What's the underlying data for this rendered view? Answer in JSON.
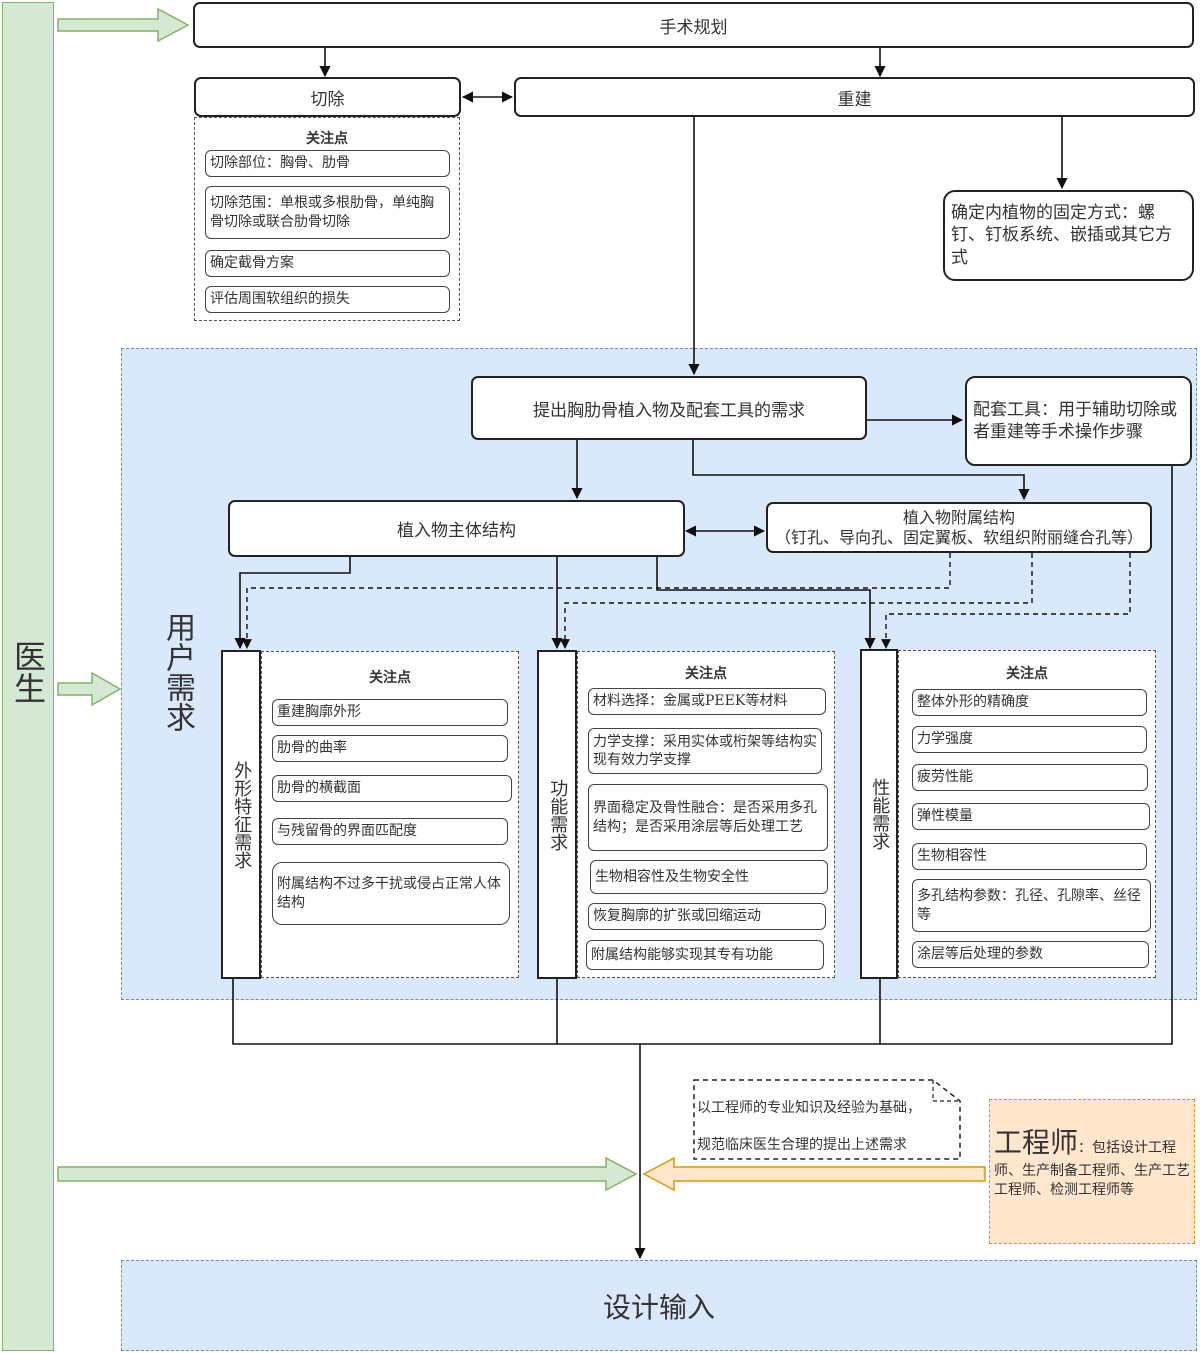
{
  "left_bar_label": "医生",
  "surgery_plan": "手术规划",
  "resection": "切除",
  "reconstruction": "重建",
  "resection_focus": {
    "title": "关注点",
    "items": [
      "切除部位：胸骨、肋骨",
      "切除范围：单根或多根肋骨，单纯胸骨切除或联合肋骨切除",
      "确定截骨方案",
      "评估周围软组织的损失"
    ]
  },
  "fixation": "确定内植物的固定方式：螺钉、钉板系统、嵌插或其它方式",
  "user_needs_label": "用户需求",
  "propose": "提出胸肋骨植入物及配套工具的需求",
  "tools": "配套工具：用于辅助切除或者重建等手术操作步骤",
  "main_structure": "植入物主体结构",
  "attached_structure": {
    "line1": "植入物附属结构",
    "line2": "（钉孔、导向孔、固定翼板、软组织附丽缝合孔等）"
  },
  "shape": {
    "label": "外形特征需求",
    "title": "关注点",
    "items": [
      "重建胸廓外形",
      "肋骨的曲率",
      "肋骨的横截面",
      "与残留骨的界面匹配度",
      "附属结构不过多干扰或侵占正常人体结构"
    ]
  },
  "function": {
    "label": "功能需求",
    "title": "关注点",
    "items": [
      "材料选择：金属或PEEK等材料",
      "力学支撑：采用实体或桁架等结构实现有效力学支撑",
      "界面稳定及骨性融合：是否采用多孔结构；是否采用涂层等后处理工艺",
      "生物相容性及生物安全性",
      "恢复胸廓的扩张或回缩运动",
      "附属结构能够实现其专有功能"
    ]
  },
  "performance": {
    "label": "性能需求",
    "title": "关注点",
    "items": [
      "整体外形的精确度",
      "力学强度",
      "疲劳性能",
      "弹性模量",
      "生物相容性",
      "多孔结构参数：孔径、孔隙率、丝径等",
      "涂层等后处理的参数"
    ]
  },
  "note": {
    "line1": "以工程师的专业知识及经验为基础，",
    "line2": "规范临床医生合理的提出上述需求"
  },
  "engineer": {
    "title": "工程师",
    "desc": "：包括设计工程师、生产制备工程师、生产工艺工程师、检测工程师等"
  },
  "design_input": "设计输入",
  "colors": {
    "doctor_green": "#d5e8d4",
    "doctor_border": "#82b366",
    "user_blue": "#dae8fc",
    "user_border": "#6c8ebf",
    "engineer_orange": "#ffe6cc",
    "engineer_border": "#d79b00"
  }
}
